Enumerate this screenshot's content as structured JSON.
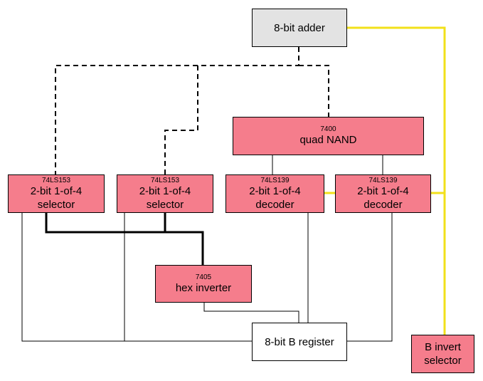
{
  "colors": {
    "chip_fill": "#f57d8c",
    "adder_fill": "#e3e3e3",
    "register_fill": "#ffffff",
    "control_wire": "#f2e01a",
    "wire": "#000000"
  },
  "boxes": {
    "adder": {
      "label": "8-bit adder"
    },
    "nand": {
      "part": "7400",
      "label": "quad NAND"
    },
    "sel1": {
      "part": "74LS153",
      "line1": "2-bit 1-of-4",
      "line2": "selector"
    },
    "sel2": {
      "part": "74LS153",
      "line1": "2-bit 1-of-4",
      "line2": "selector"
    },
    "dec1": {
      "part": "74LS139",
      "line1": "2-bit 1-of-4",
      "line2": "decoder"
    },
    "dec2": {
      "part": "74LS139",
      "line1": "2-bit 1-of-4",
      "line2": "decoder"
    },
    "inverter": {
      "part": "7405",
      "label": "hex inverter"
    },
    "register": {
      "label": "8-bit B register"
    },
    "invert_selector": {
      "line1": "B invert",
      "line2": "selector"
    }
  }
}
